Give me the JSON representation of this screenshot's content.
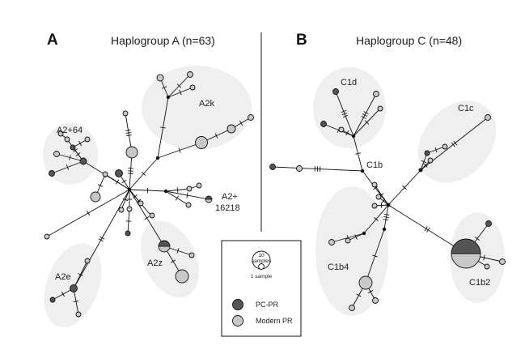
{
  "panel_a": {
    "letter": "A",
    "title": "Haplogroup A (n=63)"
  },
  "panel_b": {
    "letter": "B",
    "title": "Haplogroup C (n=48)"
  },
  "clades_a": {
    "a2k": "A2k",
    "a2_64": "A2+64",
    "a2_16218_line1": "A2+",
    "a2_16218_line2": "16218",
    "a2z": "A2z",
    "a2e": "A2e"
  },
  "clades_b": {
    "c1d": "C1d",
    "c1c": "C1c",
    "c1b": "C1b",
    "c1b4": "C1b4",
    "c1b2": "C1b2"
  },
  "legend": {
    "size_large_line1": "10",
    "size_large_line2": "samples",
    "size_small": "1 sample",
    "pc_pr": "PC-PR",
    "modern_pr": "Modern PR"
  },
  "colors": {
    "pc_pr": "#555555",
    "modern_pr": "#c8c8c8",
    "shade": "#efefef",
    "line": "#111111"
  }
}
